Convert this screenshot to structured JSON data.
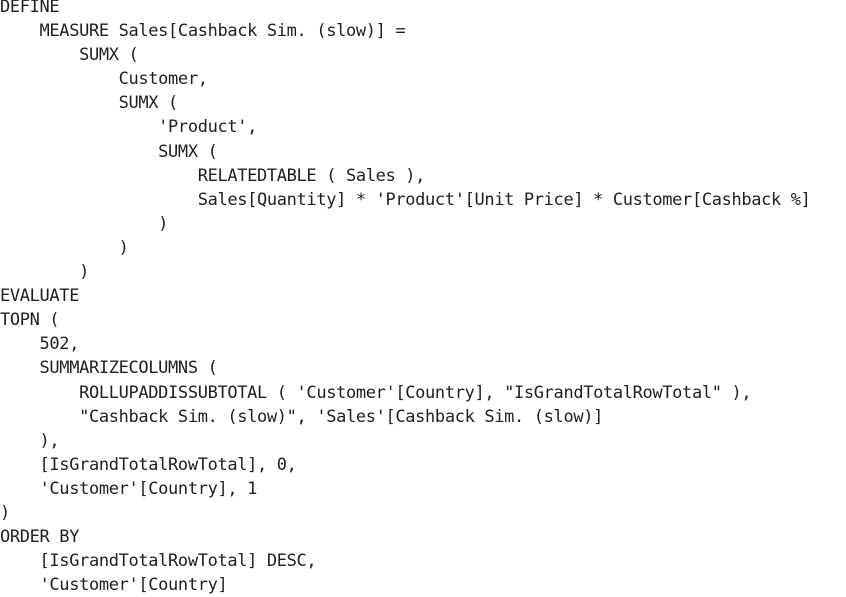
{
  "document": {
    "lines": [
      "DEFINE",
      "    MEASURE Sales[Cashback Sim. (slow)] =",
      "        SUMX (",
      "            Customer,",
      "            SUMX (",
      "                'Product',",
      "                SUMX (",
      "                    RELATEDTABLE ( Sales ),",
      "                    Sales[Quantity] * 'Product'[Unit Price] * Customer[Cashback %]",
      "                )",
      "            )",
      "        )",
      "EVALUATE",
      "TOPN (",
      "    502,",
      "    SUMMARIZECOLUMNS (",
      "        ROLLUPADDISSUBTOTAL ( 'Customer'[Country], \"IsGrandTotalRowTotal\" ),",
      "        \"Cashback Sim. (slow)\", 'Sales'[Cashback Sim. (slow)]",
      "    ),",
      "    [IsGrandTotalRowTotal], 0,",
      "    'Customer'[Country], 1",
      ")",
      "ORDER BY",
      "    [IsGrandTotalRowTotal] DESC,",
      "    'Customer'[Country]"
    ]
  }
}
